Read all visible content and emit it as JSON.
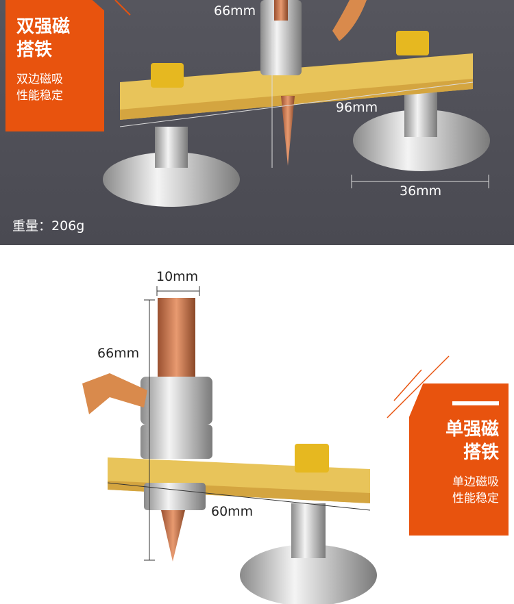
{
  "top_panel": {
    "title_line1": "双强磁",
    "title_line2": "搭铁",
    "subtitle_line1": "双边磁吸",
    "subtitle_line2": "性能稳定",
    "dim_height": "66mm",
    "dim_width": "96mm",
    "dim_base": "36mm",
    "weight": "重量：206g"
  },
  "bottom_panel": {
    "title_line1": "单强磁",
    "title_line2": "搭铁",
    "subtitle_line1": "单边磁吸",
    "subtitle_line2": "性能稳定",
    "dim_thread": "10mm",
    "dim_height": "66mm",
    "dim_width": "60mm"
  },
  "colors": {
    "accent": "#e8530e",
    "panel": "#4f4f57",
    "brass": "#e8c45a",
    "copper": "#c7744a"
  }
}
